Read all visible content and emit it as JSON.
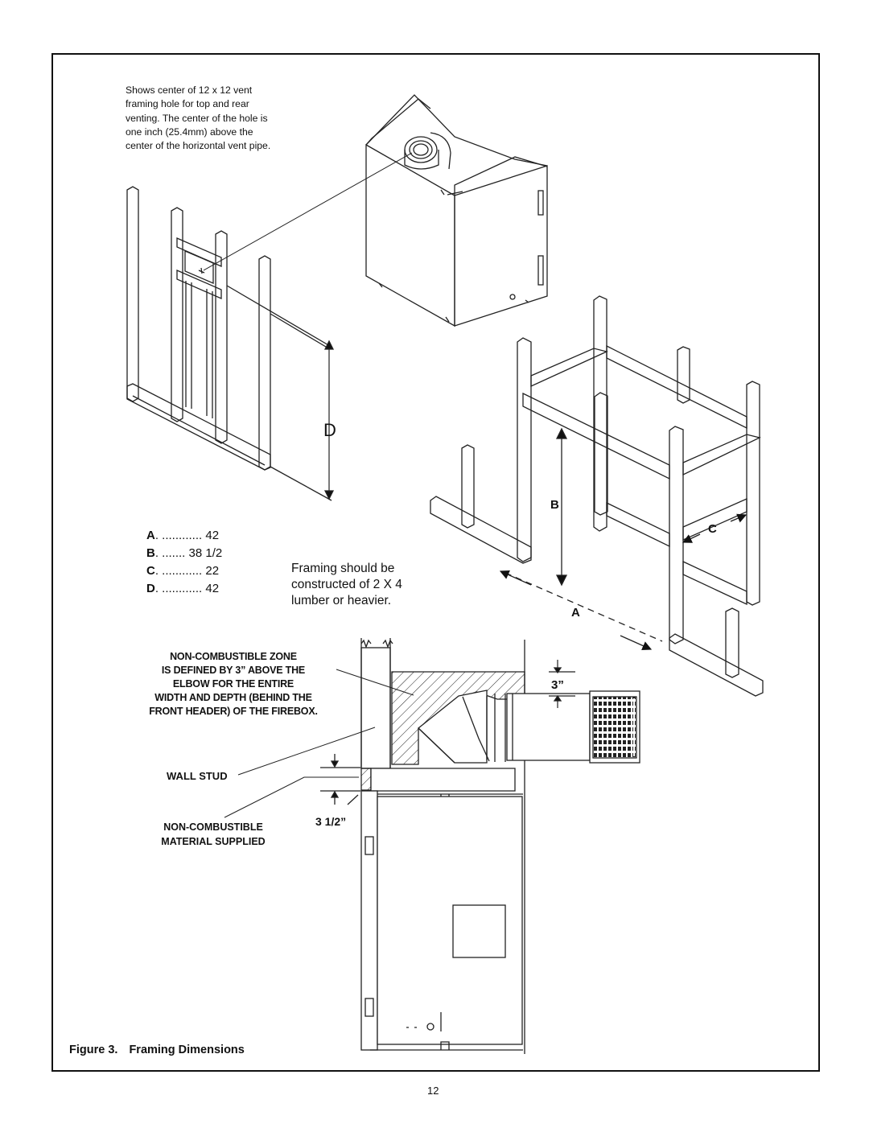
{
  "note": {
    "lines": [
      "Shows center of 12  x 12  vent",
      "framing hole for top and rear",
      "venting. The center of the hole is",
      "one inch (25.4mm) above the",
      "center of the horizontal vent pipe."
    ]
  },
  "dimensions": [
    {
      "letter": "A",
      "dots": ". ............",
      "value": "42"
    },
    {
      "letter": "B",
      "dots": ". .......",
      "value": "38 1/2"
    },
    {
      "letter": "C",
      "dots": ". ............",
      "value": "22"
    },
    {
      "letter": "D",
      "dots": ". ............",
      "value": "42"
    }
  ],
  "framing_note": [
    "Framing should be",
    "constructed of 2 X 4",
    "lumber or heavier."
  ],
  "labels": {
    "D": "D",
    "B": "B",
    "C": "C",
    "A": "A",
    "dim_3": "3”",
    "dim_3_5": "3 1/2”"
  },
  "callouts": {
    "noncombustible_zone": [
      "NON-COMBUSTIBLE ZONE",
      "IS DEFINED BY 3” ABOVE THE",
      "ELBOW FOR THE ENTIRE",
      "WIDTH AND DEPTH (BEHIND THE",
      "FRONT HEADER) OF THE FIREBOX."
    ],
    "wall_stud": "WALL STUD",
    "noncombustible_material": [
      "NON-COMBUSTIBLE",
      "MATERIAL SUPPLIED"
    ]
  },
  "caption": {
    "number": "Figure 3.",
    "title": "Framing Dimensions"
  },
  "page_number": "12"
}
